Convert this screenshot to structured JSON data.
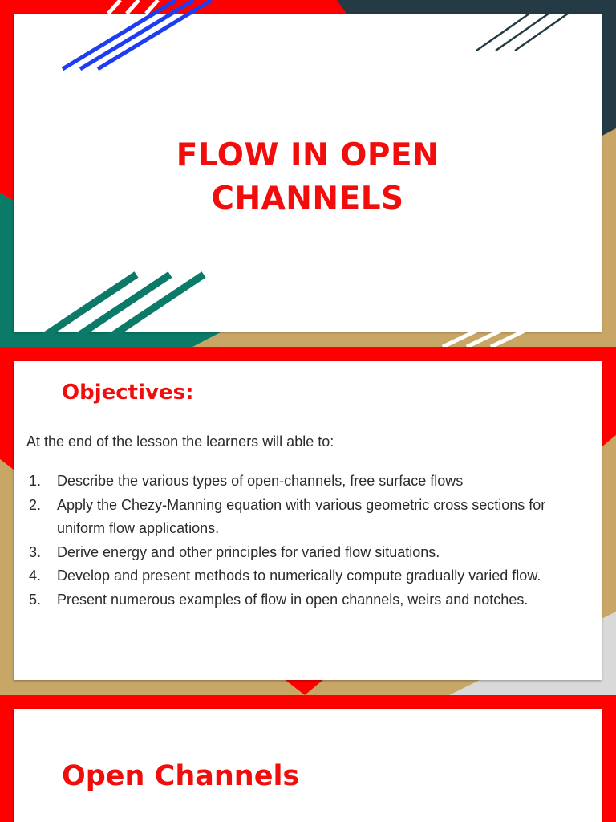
{
  "slides": [
    {
      "title_line1": "FLOW IN OPEN",
      "title_line2": "CHANNELS"
    },
    {
      "heading": "Objectives:",
      "intro": "At the end of the lesson the learners will able to:",
      "objectives": [
        {
          "num": "1.",
          "text": "Describe the  various types of open-channels, free surface flows"
        },
        {
          "num": "2.",
          "text": "Apply the Chezy-Manning equation with various geometric cross sections for uniform flow applications."
        },
        {
          "num": "3.",
          "text": "Derive energy and other principles for varied flow situations."
        },
        {
          "num": "4.",
          "text": "Develop and present methods to numerically compute gradually varied flow."
        },
        {
          "num": "5.",
          "text": "Present numerous examples of flow in open channels, weirs and notches."
        }
      ]
    },
    {
      "heading": "Open Channels"
    }
  ],
  "colors": {
    "red": "#ff0000",
    "title_red": "#f20d0d",
    "navy": "#243a44",
    "teal": "#0b7a68",
    "tan": "#c8a666",
    "blue_stripe": "#1f3df0"
  }
}
